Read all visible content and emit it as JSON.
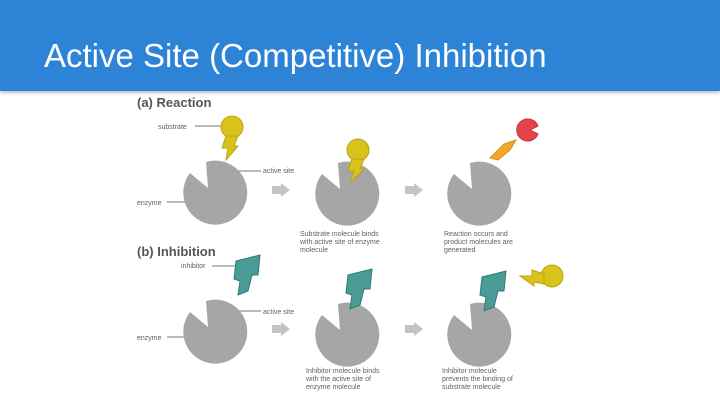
{
  "slide": {
    "title": "Active Site (Competitive) Inhibition"
  },
  "diagram": {
    "colors": {
      "header": "#2d83d6",
      "enzyme": "#a6a6a6",
      "substrate": "#d9c21a",
      "inhibitor": "#4a9a96",
      "product_red": "#e2444a",
      "product_orange": "#f3a629",
      "arrow": "#c4c4c4"
    },
    "section_a": {
      "heading": "(a) Reaction",
      "label_substrate": "substrate",
      "label_active_site": "active site",
      "label_enzyme": "enzyme",
      "caption_step2": [
        "Substrate molecule binds",
        "with active site of enzyme",
        "molecule"
      ],
      "caption_step3": [
        "Reaction occurs and",
        "product molecules are",
        "generated"
      ]
    },
    "section_b": {
      "heading": "(b) Inhibition",
      "label_inhibitor": "inhibitor",
      "label_active_site": "active site",
      "label_enzyme": "enzyme",
      "caption_step2": [
        "Inhibitor molecule binds",
        "with the active site of",
        "enzyme molecule"
      ],
      "caption_step3": [
        "Inhibitor molecule",
        "prevents the binding of",
        "substrate molecule"
      ]
    }
  }
}
